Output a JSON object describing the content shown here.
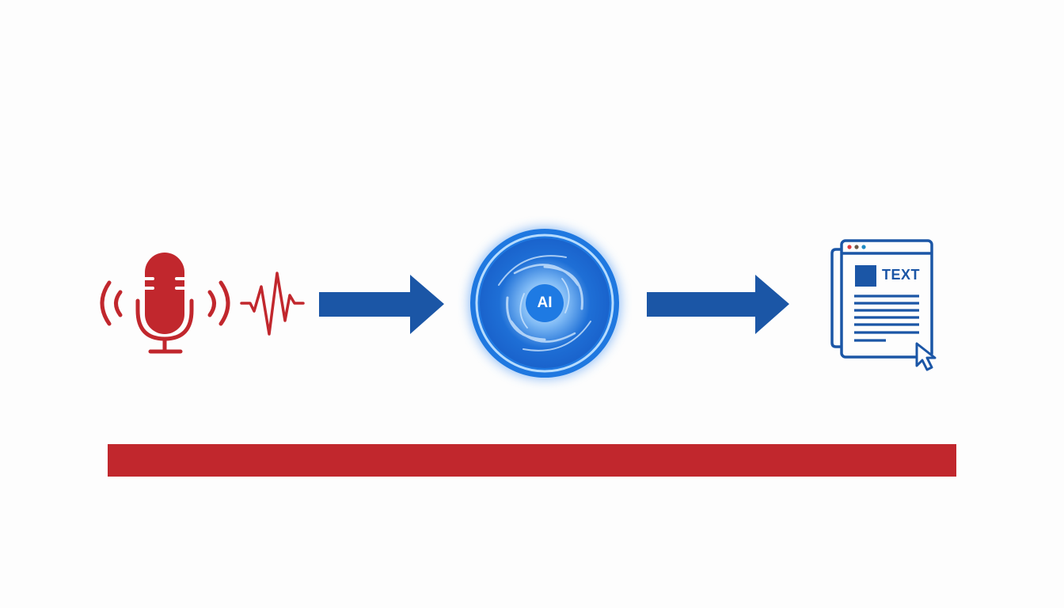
{
  "diagram": {
    "description": "Speech-to-text pipeline: microphone audio -> AI -> text document",
    "nodes": [
      {
        "id": "audio-input",
        "icon": "microphone-icon",
        "extra_icon": "sound-wave-icon",
        "color": "#c1272d"
      },
      {
        "id": "ai-processor",
        "label": "AI",
        "icon": "ai-swirl-icon",
        "color": "#1f78e0"
      },
      {
        "id": "text-output",
        "label": "TEXT",
        "icon": "text-document-icon",
        "color": "#1b56a6"
      }
    ],
    "edges": [
      {
        "from": "audio-input",
        "to": "ai-processor",
        "color": "#1b56a6"
      },
      {
        "from": "ai-processor",
        "to": "text-output",
        "color": "#1b56a6"
      }
    ],
    "bottom_bar": {
      "color": "#c1272d"
    },
    "window_dots": [
      "#e03a3e",
      "#6b5a4a",
      "#1e8bc3"
    ]
  },
  "ai": {
    "label": "AI"
  },
  "doc": {
    "label": "TEXT"
  }
}
